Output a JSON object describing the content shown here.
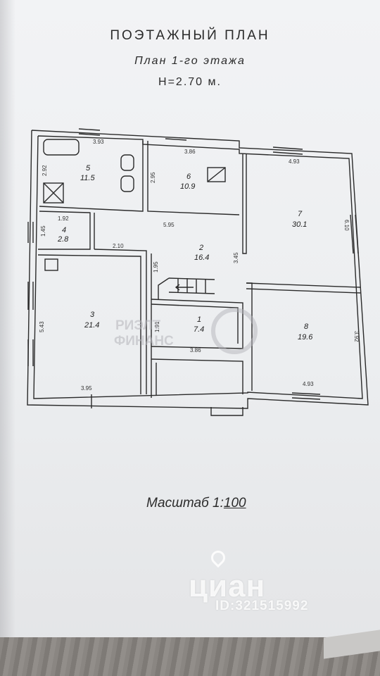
{
  "header": {
    "title": "ПОЭТАЖНЫЙ ПЛАН",
    "subtitle": "План 1-го этажа",
    "height": "H=2.70 м."
  },
  "rooms": [
    {
      "id": "1",
      "area": "7.4"
    },
    {
      "id": "2",
      "area": "16.4"
    },
    {
      "id": "3",
      "area": "21.4"
    },
    {
      "id": "4",
      "area": "2.8"
    },
    {
      "id": "5",
      "area": "11.5"
    },
    {
      "id": "6",
      "area": "10.9"
    },
    {
      "id": "7",
      "area": "30.1"
    },
    {
      "id": "8",
      "area": "19.6"
    }
  ],
  "dimensions": {
    "r5_width": "3.93",
    "r5_height": "2.92",
    "r6_width": "3.86",
    "r6_height": "2.95",
    "r7_width": "4.93",
    "r7_height": "6.10",
    "r4_width": "1.92",
    "r4_height": "1.45",
    "r2_width": "5.95",
    "r2_height": "3.45",
    "r2_small": "2.10",
    "stair": "1.95",
    "r3_height": "5.43",
    "r3_width": "3.95",
    "r1_height": "1.91",
    "r1_width": "3.86",
    "r8_height": "3.92",
    "r8_width": "4.93"
  },
  "watermark": {
    "line1": "РИЭЛТ",
    "line2": "ФИНАНС"
  },
  "scale": {
    "label": "Масштаб 1:",
    "value": "100"
  },
  "cian": {
    "logo": "циан",
    "id": "ID:321515992"
  }
}
